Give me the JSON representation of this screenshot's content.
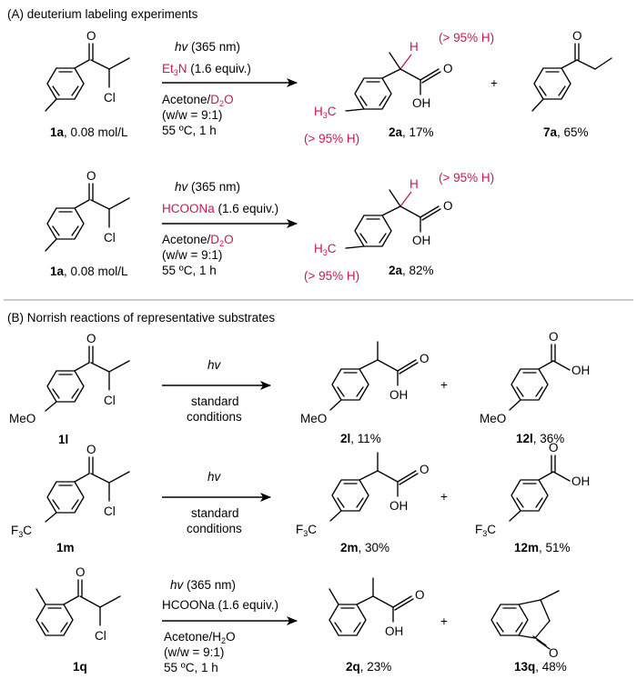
{
  "section_a": {
    "title": "(A) deuterium labeling experiments",
    "rxn1": {
      "above": {
        "hv": "hv",
        "wl": "(365 nm)",
        "base": "Et",
        "base_sub": "3",
        "base_end": "N",
        "equiv": "(1.6 equiv.)"
      },
      "below": {
        "l1a": "Acetone/",
        "l1b": "D",
        "l1c": "2",
        "l1d": "O",
        "l2": "(w/w = 9:1)",
        "l3": "55 ºC, 1 h"
      },
      "sm": {
        "id": "1a",
        "conc": ", 0.08 mol/L"
      },
      "p1": {
        "id": "2a",
        "yield": ", 17%",
        "h_label": "H",
        "d1": "(> 95% H)",
        "d2": "(> 95% H)",
        "oh": "OH",
        "o": "O"
      },
      "plus": "+",
      "p2": {
        "id": "7a",
        "yield": ", 65%",
        "o": "O"
      }
    },
    "rxn2": {
      "above": {
        "hv": "hv",
        "wl": "(365 nm)",
        "reagent": "HCOONa",
        "equiv": "(1.6 equiv.)"
      },
      "below": {
        "l1a": "Acetone/",
        "l1b": "D",
        "l1c": "2",
        "l1d": "O",
        "l2": "(w/w = 9:1)",
        "l3": "55 ºC, 1 h"
      },
      "sm": {
        "id": "1a",
        "conc": ", 0.08 mol/L"
      },
      "p1": {
        "id": "2a",
        "yield": ", 82%",
        "h_label": "H",
        "d1": "(> 95% H)",
        "d2": "(> 95% H)",
        "oh": "OH",
        "o": "O"
      }
    }
  },
  "section_b": {
    "title": "(B) Norrish reactions of representative substrates",
    "rxn3": {
      "above": "hv",
      "below1": "standard",
      "below2": "conditions",
      "sm": {
        "id": "1l",
        "sub": "MeO"
      },
      "p1": {
        "id": "2l",
        "yield": ", 11%",
        "sub": "MeO"
      },
      "plus": "+",
      "p2": {
        "id": "12l",
        "yield": ", 36%",
        "sub": "MeO"
      }
    },
    "rxn4": {
      "above": "hv",
      "below1": "standard",
      "below2": "conditions",
      "sm": {
        "id": "1m",
        "sub_a": "F",
        "sub_b": "3",
        "sub_c": "C"
      },
      "p1": {
        "id": "2m",
        "yield": ", 30%"
      },
      "plus": "+",
      "p2": {
        "id": "12m",
        "yield": ", 51%"
      }
    },
    "rxn5": {
      "above": {
        "hv": "hv",
        "wl": "(365 nm)",
        "reagent": "HCOONa (1.6 equiv.)"
      },
      "below": {
        "l1a": "Acetone/H",
        "l1b": "2",
        "l1c": "O",
        "l2": "(w/w = 9:1)",
        "l3": "55 ºC, 1 h"
      },
      "sm": {
        "id": "1q"
      },
      "p1": {
        "id": "2q",
        "yield": ", 23%"
      },
      "plus": "+",
      "p2": {
        "id": "13q",
        "yield": ", 48%"
      }
    }
  },
  "labels": {
    "cl": "Cl",
    "o": "O",
    "oh": "OH",
    "h3c_a": "H",
    "h3c_b": "3",
    "h3c_c": "C"
  },
  "colors": {
    "accent": "#c8174f",
    "divider": "#aaaaaa"
  }
}
